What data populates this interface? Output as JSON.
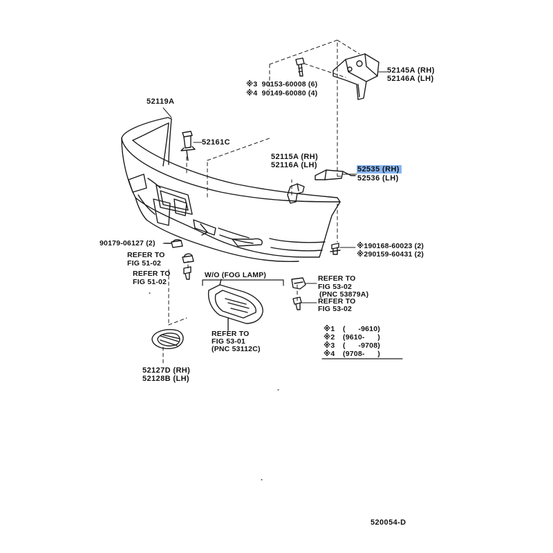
{
  "colors": {
    "ink": "#1a1a1a",
    "highlight": "#86b4f0",
    "background": "#ffffff"
  },
  "labels": {
    "p52145a": "52145A (RH)",
    "p52146a": "52146A (LH)",
    "n3_bolt": "※3  90153-60008 (6)",
    "n4_bolt": "※4  90149-60080 (4)",
    "p52119a": "52119A",
    "p52161c": "52161C",
    "p52115a": "52115A (RH)",
    "p52116a": "52116A (LH)",
    "p52535": "52535 (RH)",
    "p52536": "52536 (LH)",
    "n1_clip": "※190168-60023 (2)",
    "n2_clip": "※290159-60431 (2)",
    "p90179": "90179-06127 (2)",
    "ref_fig5102_a1": "REFER TO",
    "ref_fig5102_a2": "FIG 51-02",
    "ref_fig5102_b1": "REFER TO",
    "ref_fig5102_b2": "FIG 51-02",
    "wo_fog_lamp": "W/O (FOG LAMP)",
    "ref_fig5302_a1": "REFER TO",
    "ref_fig5302_a2": "FIG 53-02",
    "ref_fig5302_a3": "(PNC 53879A)",
    "ref_fig5302_b1": "REFER TO",
    "ref_fig5302_b2": "FIG 53-02",
    "ref_fig5301_1": "REFER TO",
    "ref_fig5301_2": "FIG 53-01",
    "ref_fig5301_3": "(PNC 53112C)",
    "p52127d": "52127D (RH)",
    "p52128b": "52128B (LH)",
    "diagram_id": "520054-D"
  },
  "legend": [
    {
      "mark": "※1",
      "range": "(      -9610)"
    },
    {
      "mark": "※2",
      "range": "(9610-      )"
    },
    {
      "mark": "※3",
      "range": "(      -9708)"
    },
    {
      "mark": "※4",
      "range": "(9708-      )"
    }
  ]
}
